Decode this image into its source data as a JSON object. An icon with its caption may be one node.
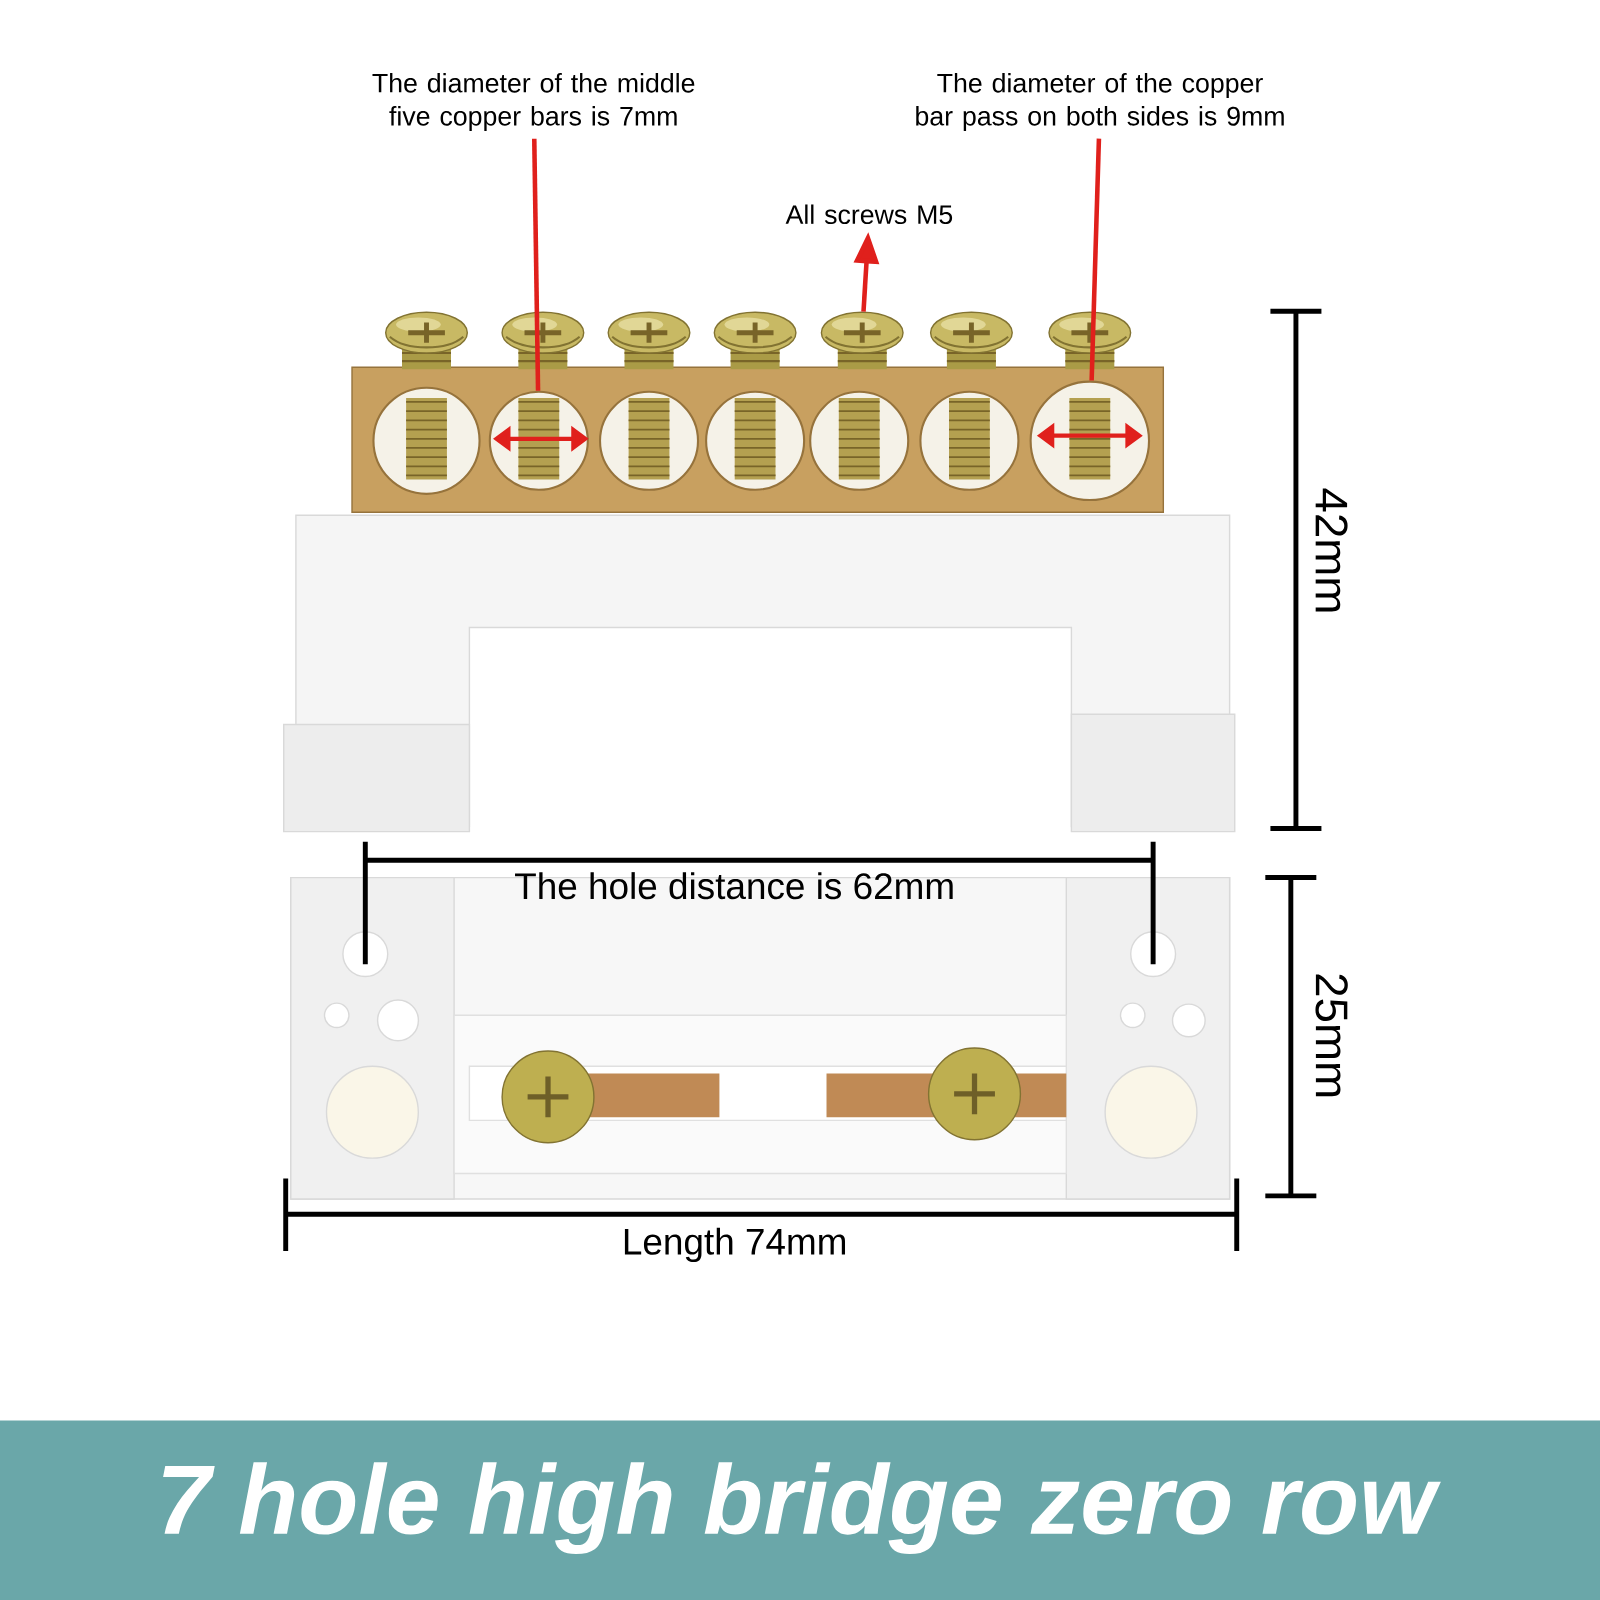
{
  "diagram": {
    "title": "7 hole high bridge zero row",
    "nodes": [
      {
        "text": [
          "The diameter of the middle five copper bars is 7mm"
        ]
      },
      {
        "text": [
          "The diameter of the copper bar pass on both sides is 9mm"
        ]
      },
      {
        "text": [
          "All screws M5"
        ]
      },
      {
        "text": [],
        "shape": "circle"
      },
      {
        "text": [],
        "shape": "circle"
      },
      {
        "text": [],
        "shape": "circle"
      },
      {
        "text": [],
        "shape": "circle"
      },
      {
        "text": [],
        "shape": "circle"
      },
      {
        "text": [],
        "shape": "circle"
      },
      {
        "text": [],
        "shape": "circle"
      },
      {
        "text": [],
        "shape": "picture"
      },
      {
        "text": [],
        "shape": "picture"
      },
      {
        "text": [],
        "shape": "picture"
      },
      {
        "text": [],
        "shape": "picture"
      },
      {
        "text": [],
        "shape": "picture"
      },
      {
        "text": [],
        "shape": "picture"
      },
      {
        "text": [],
        "shape": "picture"
      }
    ],
    "edges": [
      {
        "from": 0,
        "to": 4,
        "arrow": "none"
      },
      {
        "from": 1,
        "to": 9,
        "arrow": "none"
      },
      {
        "from": 14,
        "to": 2,
        "arrow": "to"
      }
    ],
    "labels": [
      "42mm",
      "The hole distance is 62mm",
      "25mm",
      "Length 74mm"
    ]
  }
}
